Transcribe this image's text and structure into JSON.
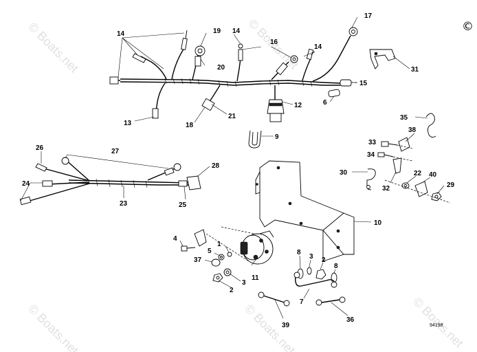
{
  "diagram": {
    "copyright_symbol": "©",
    "figure_ref": "94198",
    "watermark": "© Boats.net",
    "callouts": [
      {
        "id": "c14a",
        "text": "14"
      },
      {
        "id": "c19",
        "text": "19"
      },
      {
        "id": "c14b",
        "text": "14"
      },
      {
        "id": "c16",
        "text": "16"
      },
      {
        "id": "c17",
        "text": "17"
      },
      {
        "id": "c14c",
        "text": "14"
      },
      {
        "id": "c31",
        "text": "31"
      },
      {
        "id": "c20",
        "text": "20"
      },
      {
        "id": "c15",
        "text": "15"
      },
      {
        "id": "c12",
        "text": "12"
      },
      {
        "id": "c6",
        "text": "6"
      },
      {
        "id": "c13",
        "text": "13"
      },
      {
        "id": "c18",
        "text": "18"
      },
      {
        "id": "c21",
        "text": "21"
      },
      {
        "id": "c9",
        "text": "9"
      },
      {
        "id": "c35",
        "text": "35"
      },
      {
        "id": "c38",
        "text": "38"
      },
      {
        "id": "c33",
        "text": "33"
      },
      {
        "id": "c34",
        "text": "34"
      },
      {
        "id": "c26",
        "text": "26"
      },
      {
        "id": "c27",
        "text": "27"
      },
      {
        "id": "c28",
        "text": "28"
      },
      {
        "id": "c24",
        "text": "24"
      },
      {
        "id": "c23",
        "text": "23"
      },
      {
        "id": "c25",
        "text": "25"
      },
      {
        "id": "c30",
        "text": "30"
      },
      {
        "id": "c32",
        "text": "32"
      },
      {
        "id": "c22",
        "text": "22"
      },
      {
        "id": "c40",
        "text": "40"
      },
      {
        "id": "c29",
        "text": "29"
      },
      {
        "id": "c10",
        "text": "10"
      },
      {
        "id": "c4",
        "text": "4"
      },
      {
        "id": "c1",
        "text": "1"
      },
      {
        "id": "c5",
        "text": "5"
      },
      {
        "id": "c37",
        "text": "37"
      },
      {
        "id": "c11",
        "text": "11"
      },
      {
        "id": "c3a",
        "text": "3"
      },
      {
        "id": "c2a",
        "text": "2"
      },
      {
        "id": "c8a",
        "text": "8"
      },
      {
        "id": "c3b",
        "text": "3"
      },
      {
        "id": "c2b",
        "text": "2"
      },
      {
        "id": "c8b",
        "text": "8"
      },
      {
        "id": "c7",
        "text": "7"
      },
      {
        "id": "c39",
        "text": "39"
      },
      {
        "id": "c36",
        "text": "36"
      }
    ]
  }
}
